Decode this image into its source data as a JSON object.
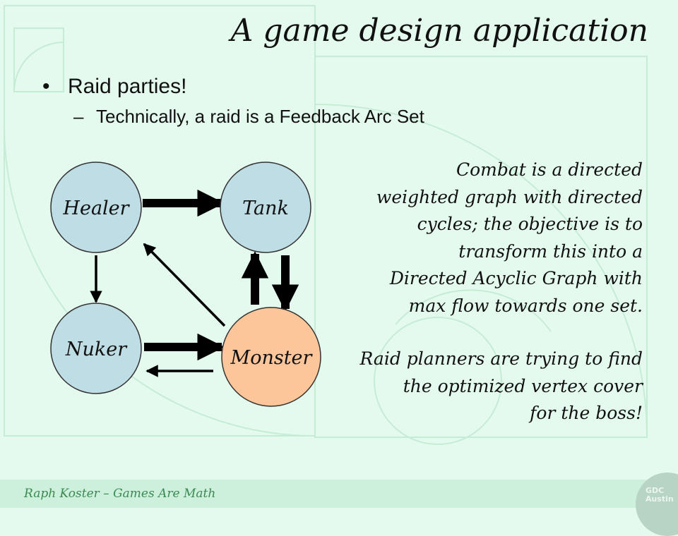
{
  "slide": {
    "title": "A game design application",
    "bullet": "Raid parties!",
    "sub_bullet": "Technically, a raid is a Feedback Arc Set",
    "paragraph1": [
      "Combat is a directed",
      "weighted graph with directed",
      "cycles; the objective is to",
      "transform this into a",
      "Directed Acyclic Graph with",
      "max flow towards one set."
    ],
    "paragraph2": [
      "Raid planners are trying to find",
      "the optimized vertex cover",
      "for the boss!"
    ],
    "footer": "Raph Koster – Games Are Math",
    "logo_text": [
      "GDC",
      "Austin"
    ]
  },
  "graph": {
    "nodes": [
      {
        "id": "healer",
        "label": "Healer",
        "color": "#bfdde4"
      },
      {
        "id": "tank",
        "label": "Tank",
        "color": "#bfdde4"
      },
      {
        "id": "nuker",
        "label": "Nuker",
        "color": "#bfdde4"
      },
      {
        "id": "monster",
        "label": "Monster",
        "color": "#fcc59a"
      }
    ],
    "edges": [
      {
        "from": "healer",
        "to": "tank",
        "weight": "thick"
      },
      {
        "from": "healer",
        "to": "nuker",
        "weight": "thin"
      },
      {
        "from": "monster",
        "to": "healer",
        "weight": "thin"
      },
      {
        "from": "monster",
        "to": "tank",
        "weight": "thick"
      },
      {
        "from": "tank",
        "to": "monster",
        "weight": "thick"
      },
      {
        "from": "nuker",
        "to": "monster",
        "weight": "thick"
      },
      {
        "from": "monster",
        "to": "nuker",
        "weight": "thin"
      }
    ]
  },
  "colors": {
    "background": "#e4faef",
    "footer_text": "#3a8a52",
    "node_stroke": "#333333",
    "arrow": "#000000"
  }
}
